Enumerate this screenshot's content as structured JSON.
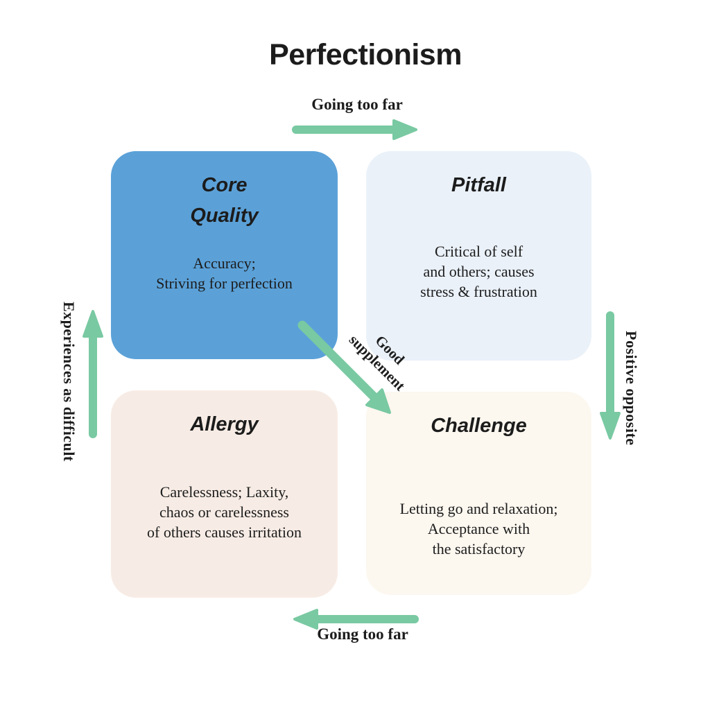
{
  "title": "Perfectionism",
  "colors": {
    "arrow-green": "#79C9A2",
    "core-quality-bg": "#5BA1D8",
    "pitfall-bg": "#EAF1F9",
    "allergy-bg": "#F7ECE5",
    "challenge-bg": "#FCF7EF",
    "text": "#1C1C1C"
  },
  "quadrants": {
    "core_quality": {
      "title": "Core\nQuality",
      "body": "Accuracy;\nStriving for perfection"
    },
    "pitfall": {
      "title": "Pitfall",
      "body": "Critical of self\nand others; causes\nstress & frustration"
    },
    "allergy": {
      "title": "Allergy",
      "body": "Carelessness; Laxity,\nchaos or carelessness\nof others causes irritation"
    },
    "challenge": {
      "title": "Challenge",
      "body": "Letting go and relaxation;\nAcceptance with\nthe satisfactory"
    }
  },
  "edges": {
    "top": "Going too far",
    "bottom": "Going too far",
    "left": "Experiences as difficult",
    "right": "Positive opposite",
    "diagonal": "Good\nsupplement"
  }
}
